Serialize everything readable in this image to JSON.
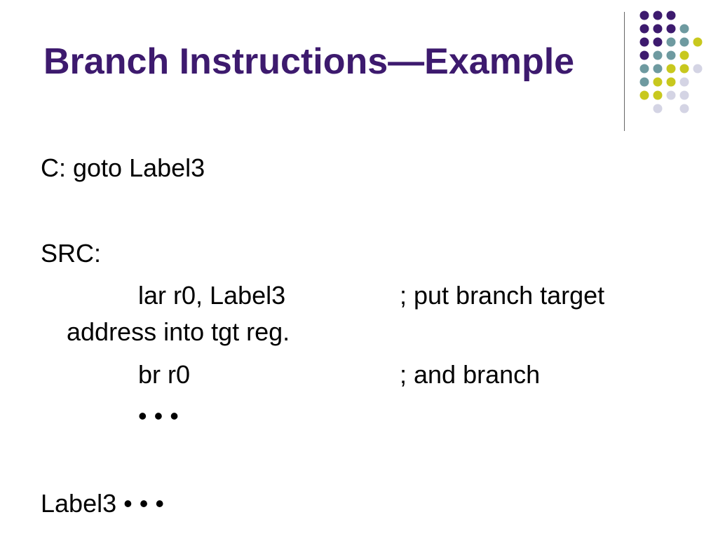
{
  "slide": {
    "title": "Branch Instructions—Example",
    "lines": {
      "c_code": "C: goto Label3",
      "src_label": "SRC:",
      "lar_instr": "lar  r0,  Label3",
      "lar_comment": "; put branch target",
      "lar_comment_cont": "address into tgt reg.",
      "br_instr": "br r0",
      "br_comment": "; and branch",
      "ellipsis": "•   •   •",
      "label3_line": "Label3 • • •"
    }
  },
  "theme": {
    "title_color": "#3d1a6e",
    "dot_colors": {
      "purple": "#3d1a6e",
      "teal": "#6e9aa0",
      "yellow": "#c8c81e",
      "lavender": "#d4d4e4"
    }
  },
  "decoration": {
    "dot_pattern": [
      [
        "purple",
        "purple",
        "purple",
        "",
        ""
      ],
      [
        "purple",
        "purple",
        "purple",
        "teal",
        ""
      ],
      [
        "purple",
        "purple",
        "teal",
        "teal",
        "yellow"
      ],
      [
        "purple",
        "teal",
        "teal",
        "yellow",
        ""
      ],
      [
        "teal",
        "teal",
        "yellow",
        "yellow",
        "lavender"
      ],
      [
        "teal",
        "yellow",
        "yellow",
        "lavender",
        ""
      ],
      [
        "yellow",
        "yellow",
        "lavender",
        "lavender",
        ""
      ],
      [
        "",
        "lavender",
        "",
        "lavender",
        ""
      ]
    ]
  }
}
